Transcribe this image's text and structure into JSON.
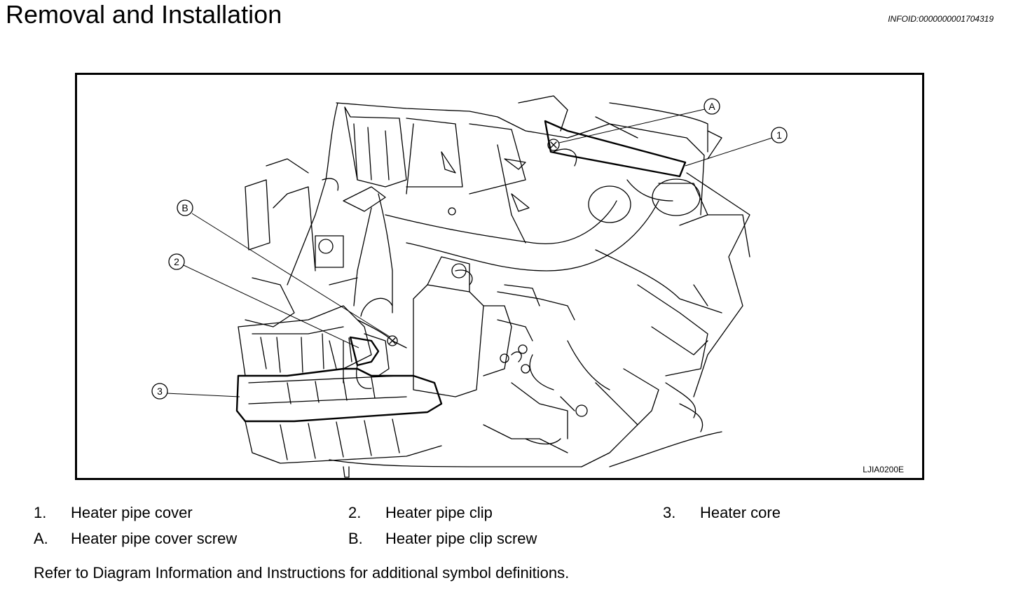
{
  "header": {
    "title": "Removal and Installation",
    "info_id": "INFOID:0000000001704319"
  },
  "figure": {
    "code": "LJIA0200E",
    "callouts": [
      "A",
      "1",
      "B",
      "2",
      "3"
    ]
  },
  "legend": {
    "items": [
      {
        "key": "1.",
        "label": "Heater pipe cover"
      },
      {
        "key": "2.",
        "label": "Heater pipe clip"
      },
      {
        "key": "3.",
        "label": "Heater core"
      },
      {
        "key": "A.",
        "label": "Heater pipe cover screw"
      },
      {
        "key": "B.",
        "label": "Heater pipe clip screw"
      }
    ]
  },
  "note": "Refer to Diagram Information and Instructions for additional symbol definitions."
}
